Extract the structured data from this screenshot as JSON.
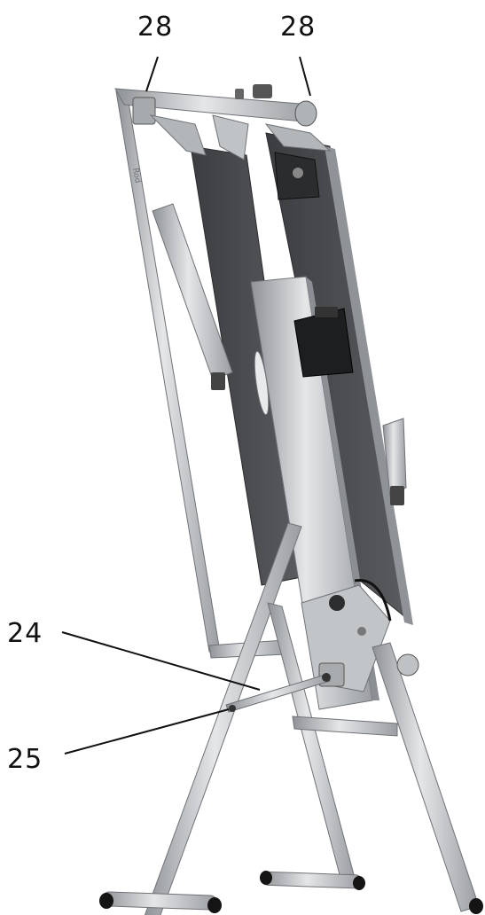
{
  "figure": {
    "callouts": {
      "label_28_left": "28",
      "label_28_right": "28",
      "label_24": "24",
      "label_25": "25"
    }
  },
  "colors": {
    "frame_metal": "#b9bcbf",
    "frame_edge": "#6f7276",
    "panel_dark": "#4a4c4f",
    "motor_black": "#1d1e20",
    "foot_black": "#141414",
    "line": "#111111"
  }
}
